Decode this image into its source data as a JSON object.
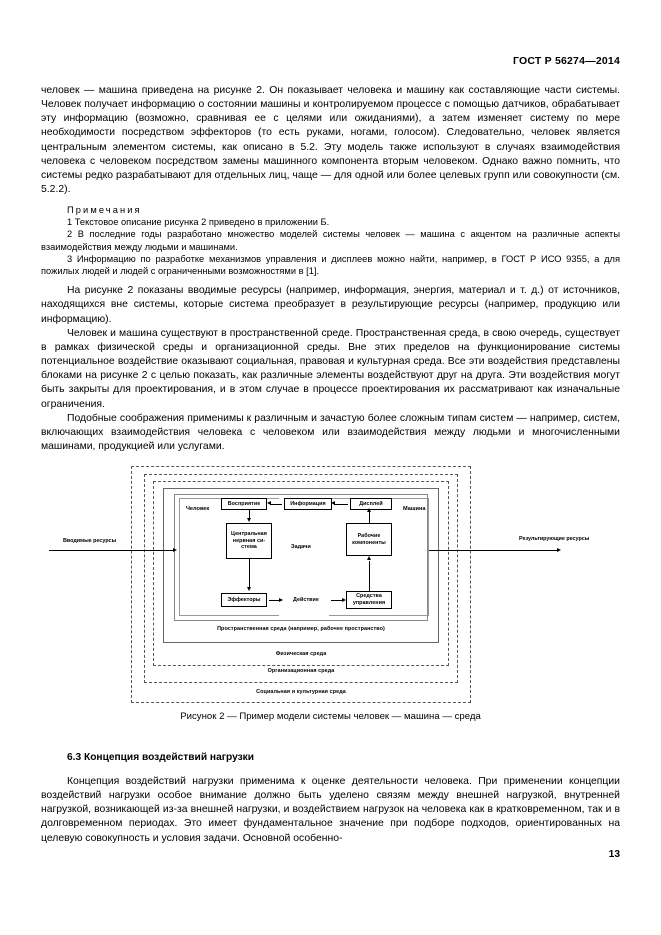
{
  "header": {
    "standard_id": "ГОСТ Р 56274—2014"
  },
  "body": {
    "paragraph_1": "человек — машина приведена на рисунке 2. Он показывает человека и машину как составляющие части системы. Человек получает информацию о состоянии машины и контролируемом процессе с помощью датчиков, обрабатывает эту информацию (возможно, сравнивая ее с целями или ожиданиями), а затем изменяет систему по мере необходимости посредством эффекторов (то есть руками, ногами, голосом). Следовательно, человек является центральным элементом системы, как описано в 5.2. Эту модель также используют в случаях взаимодействия человека с человеком посредством замены машинного компонента вторым человеком. Однако важно помнить, что системы редко разрабатывают для отдельных лиц, чаще — для одной или более целевых групп или совокупности (см. 5.2.2).",
    "notes_title": "Примечания",
    "note_1": "1 Текстовое описание рисунка 2 приведено в приложении Б.",
    "note_2": "2 В последние годы разработано множество моделей системы человек — машина с акцентом на различные аспекты взаимодействия между людьми и машинами.",
    "note_3": "3 Информацию по разработке механизмов управления и дисплеев можно найти, например, в ГОСТ Р ИСО 9355, а для пожилых людей и людей с ограниченными возможностями в [1].",
    "paragraph_2": "На рисунке 2 показаны вводимые ресурсы (например, информация, энергия, материал и т. д.) от источников, находящихся вне системы, которые система преобразует в результирующие ресурсы (например, продукцию или информацию).",
    "paragraph_3": "Человек и машина существуют в пространственной среде. Пространственная среда, в свою очередь, существует в рамках физической среды и организационной среды. Вне этих пределов на функционирование системы потенциальное воздействие оказывают социальная, правовая и культурная среда. Все эти воздействия представлены блоками на рисунке 2 с целью показать, как различные элементы воздействуют друг на друга. Эти воздействия могут быть закрыты для проектирования, и в этом случае в процессе проектирования их рассматривают как изначальные ограничения.",
    "paragraph_4": "Подобные соображения применимы к различным и зачастую более сложным типам систем — например, систем, включающих взаимодействия человека с человеком или взаимодействия между людьми и многочисленными машинами, продукцией или услугами."
  },
  "figure": {
    "caption": "Рисунок 2 — Пример модели системы человек — машина — среда",
    "input_label": "Вводимые ресурсы",
    "output_label": "Результирующие ресурсы",
    "side_human": "Человек",
    "side_machine": "Машина",
    "center_task": "Задачи",
    "boxes": {
      "perception": "Восприятие",
      "information": "Информация",
      "display": "Дисплей",
      "cns": "Центральная нервная си-стема",
      "work_components": "Рабочие компоненты",
      "effectors": "Эффекторы",
      "action": "Действие",
      "controls": "Средства управления"
    },
    "environments": {
      "spatial": "Пространственная среда (например, рабочее пространство)",
      "physical": "Физическая среда",
      "organizational": "Организационная среда",
      "social_cultural": "Социальная и культурная среда"
    }
  },
  "section": {
    "heading": "6.3 Концепция воздействий нагрузки",
    "paragraph_1": "Концепция воздействий нагрузки применима к оценке деятельности человека. При применении концепции воздействий нагрузки особое внимание должно быть уделено связям между внешней нагрузкой, внутренней нагрузкой, возникающей из-за внешней нагрузки, и воздействием нагрузок на человека как в кратковременном, так и в долговременном периодах. Это имеет фундаментальное значение при подборе подходов, ориентированных на целевую совокупность и условия задачи. Основной особенно-"
  },
  "footer": {
    "page_number": "13"
  }
}
